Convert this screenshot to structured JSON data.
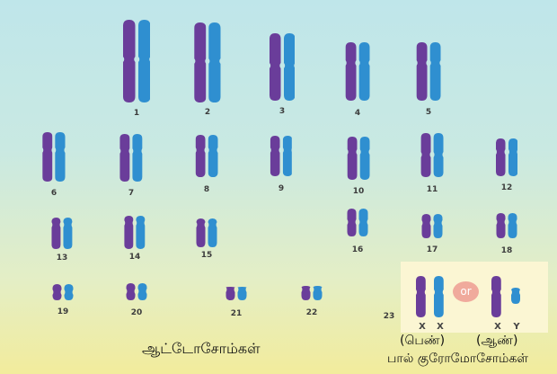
{
  "colors": {
    "maternal": "#6a3d9a",
    "paternal": "#2f8fd0",
    "or_badge": "#f0aa9c",
    "sex_box": "#fbf6d3"
  },
  "autosomes": [
    {
      "number": "1",
      "size": "large",
      "centromere": "metacentric"
    },
    {
      "number": "2",
      "size": "large",
      "centromere": "metacentric"
    },
    {
      "number": "3",
      "size": "medium-large",
      "centromere": "metacentric"
    },
    {
      "number": "4",
      "size": "medium-large",
      "centromere": "submetacentric"
    },
    {
      "number": "5",
      "size": "medium-large",
      "centromere": "submetacentric"
    },
    {
      "number": "6",
      "size": "medium",
      "centromere": "submetacentric"
    },
    {
      "number": "7",
      "size": "medium",
      "centromere": "submetacentric"
    },
    {
      "number": "8",
      "size": "medium",
      "centromere": "submetacentric"
    },
    {
      "number": "9",
      "size": "medium",
      "centromere": "submetacentric"
    },
    {
      "number": "10",
      "size": "medium",
      "centromere": "submetacentric"
    },
    {
      "number": "11",
      "size": "medium",
      "centromere": "metacentric"
    },
    {
      "number": "12",
      "size": "medium",
      "centromere": "submetacentric"
    },
    {
      "number": "13",
      "size": "small",
      "centromere": "acrocentric"
    },
    {
      "number": "14",
      "size": "small",
      "centromere": "acrocentric"
    },
    {
      "number": "15",
      "size": "small",
      "centromere": "acrocentric"
    },
    {
      "number": "16",
      "size": "small",
      "centromere": "metacentric"
    },
    {
      "number": "17",
      "size": "small",
      "centromere": "submetacentric"
    },
    {
      "number": "18",
      "size": "small",
      "centromere": "submetacentric"
    },
    {
      "number": "19",
      "size": "tiny",
      "centromere": "metacentric"
    },
    {
      "number": "20",
      "size": "tiny",
      "centromere": "metacentric"
    },
    {
      "number": "21",
      "size": "tiny",
      "centromere": "acrocentric"
    },
    {
      "number": "22",
      "size": "tiny",
      "centromere": "acrocentric"
    }
  ],
  "sex_chromosomes": {
    "number": "23",
    "or_label": "or",
    "female": {
      "left_letter": "X",
      "right_letter": "X",
      "label": "(பெண்)"
    },
    "male": {
      "left_letter": "X",
      "right_letter": "Y",
      "label": "(ஆண்)"
    },
    "caption": "பால் குரோமோசோம்கள்"
  },
  "autosomes_caption": "ஆட்டோசோம்கள்"
}
